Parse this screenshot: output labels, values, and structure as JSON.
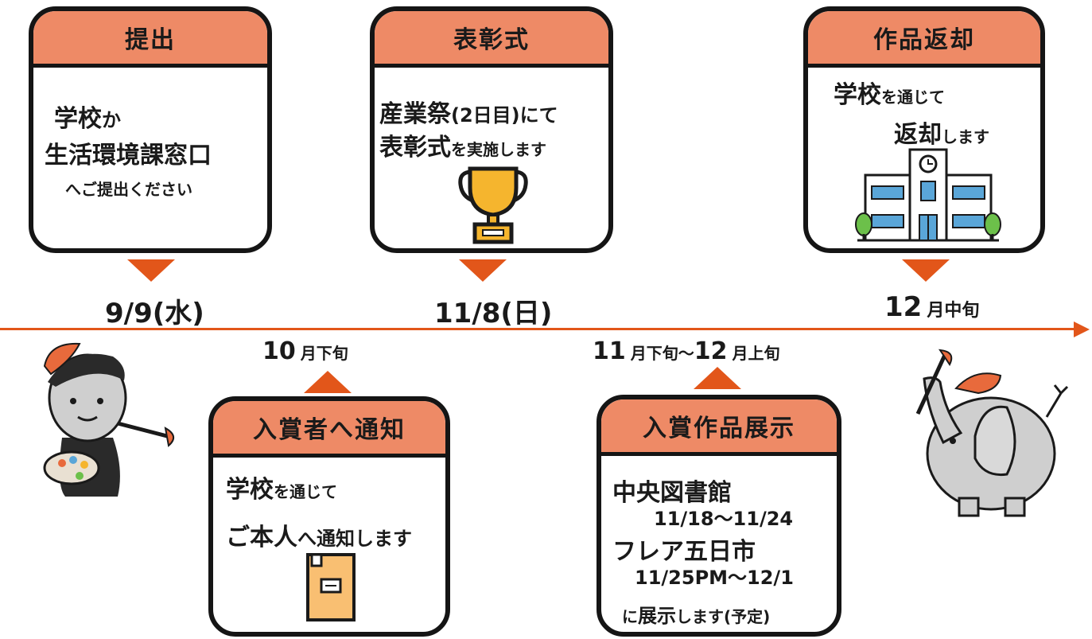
{
  "cards": {
    "submit": {
      "title": "提出",
      "line1a": "学校",
      "line1b": "か",
      "line2": "生活環境課窓口",
      "line3": "へご提出ください"
    },
    "award": {
      "title": "表彰式",
      "line1a": "産業祭",
      "line1b": "(2日目)にて",
      "line2a": "表彰式",
      "line2b": "を実施します"
    },
    "return": {
      "title": "作品返却",
      "line1a": "学校",
      "line1b": "を通じて",
      "line2a": "返却",
      "line2b": "します"
    },
    "notify": {
      "title": "入賞者へ通知",
      "line1a": "学校",
      "line1b": "を通じて",
      "line2a": "ご本人",
      "line2b": "へ通知します"
    },
    "exhibit": {
      "title": "入賞作品展示",
      "venue1": "中央図書館",
      "dates1": "11/18～11/24",
      "venue2": "フレア五日市",
      "dates2": "11/25PM～12/1",
      "foot_a": "に",
      "foot_b": "展示",
      "foot_c": "します(予定)"
    }
  },
  "dates": {
    "submit": "9/9(水)",
    "award": "11/8(日)",
    "return_num": "12",
    "return_unit": "月中旬",
    "notify_num": "10",
    "notify_unit": "月下旬",
    "exhibit_num1": "11",
    "exhibit_unit1": "月下旬～",
    "exhibit_num2": "12",
    "exhibit_unit2": "月上旬"
  },
  "colors": {
    "header": "#ee8a66",
    "accent": "#e2561a",
    "border": "#151515"
  },
  "icons": {
    "award": "trophy-icon",
    "return": "school-building-icon",
    "notify": "envelope-icon",
    "left_character": "painter-character-illustration",
    "right_character": "elephant-painter-illustration"
  }
}
